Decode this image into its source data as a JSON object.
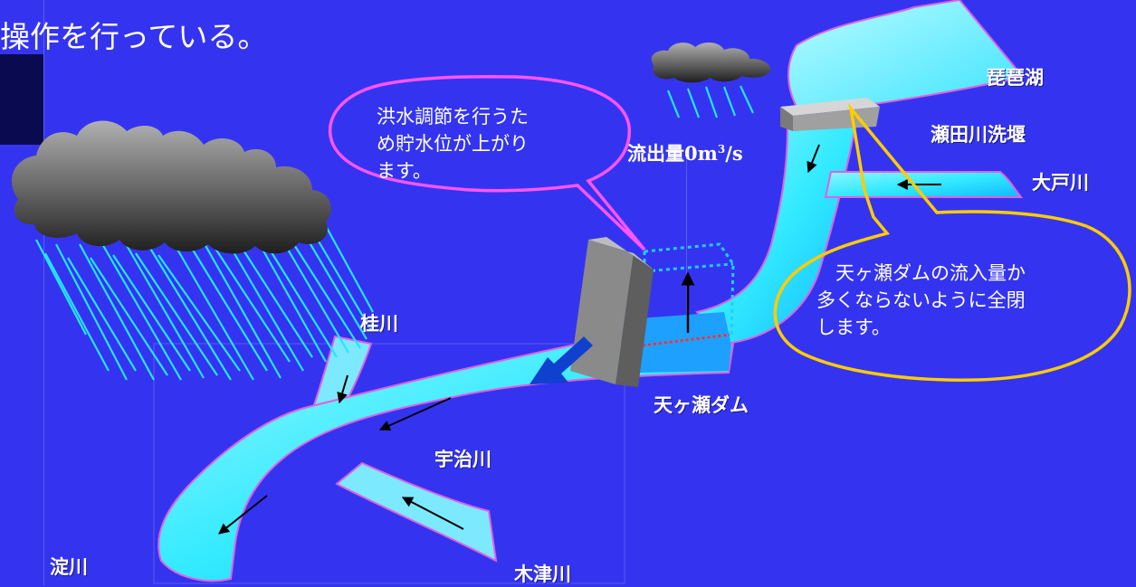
{
  "caption": "操作を行っている。",
  "labels": {
    "biwako": "琵琶湖",
    "seta_weir": "瀬田川洗堰",
    "ootogawa": "大戸川",
    "katsuragawa": "桂川",
    "amagase_dam": "天ヶ瀬ダム",
    "ujigawa": "宇治川",
    "yodogawa": "淀川",
    "kizugawa": "木津川"
  },
  "outflow": {
    "prefix": "流出量0m",
    "sup": "3",
    "suffix": "/s"
  },
  "bubble_dam": {
    "lines": [
      "洪水調節を行うた",
      "め貯水位が上がり",
      "ます。"
    ]
  },
  "bubble_weir": {
    "lines": [
      "　天ヶ瀬ダムの流入量か",
      "多くならないように全閉",
      "します。"
    ]
  },
  "colors": {
    "background": "#3434f0",
    "river": "#33eaff",
    "river_bank": "#e060e0",
    "rain": "#22e6ff",
    "cloud": "#6a6a6a",
    "dam": "#9c9c9c",
    "bubble_dam_outline": "#ff55ff",
    "bubble_weir_outline": "#ffcc00",
    "water_level": "#ff3030"
  },
  "icons": [
    "large-rain-cloud-icon",
    "small-rain-cloud-icon",
    "flow-arrow-icon",
    "dam-gate-icon",
    "weir-gate-icon"
  ]
}
